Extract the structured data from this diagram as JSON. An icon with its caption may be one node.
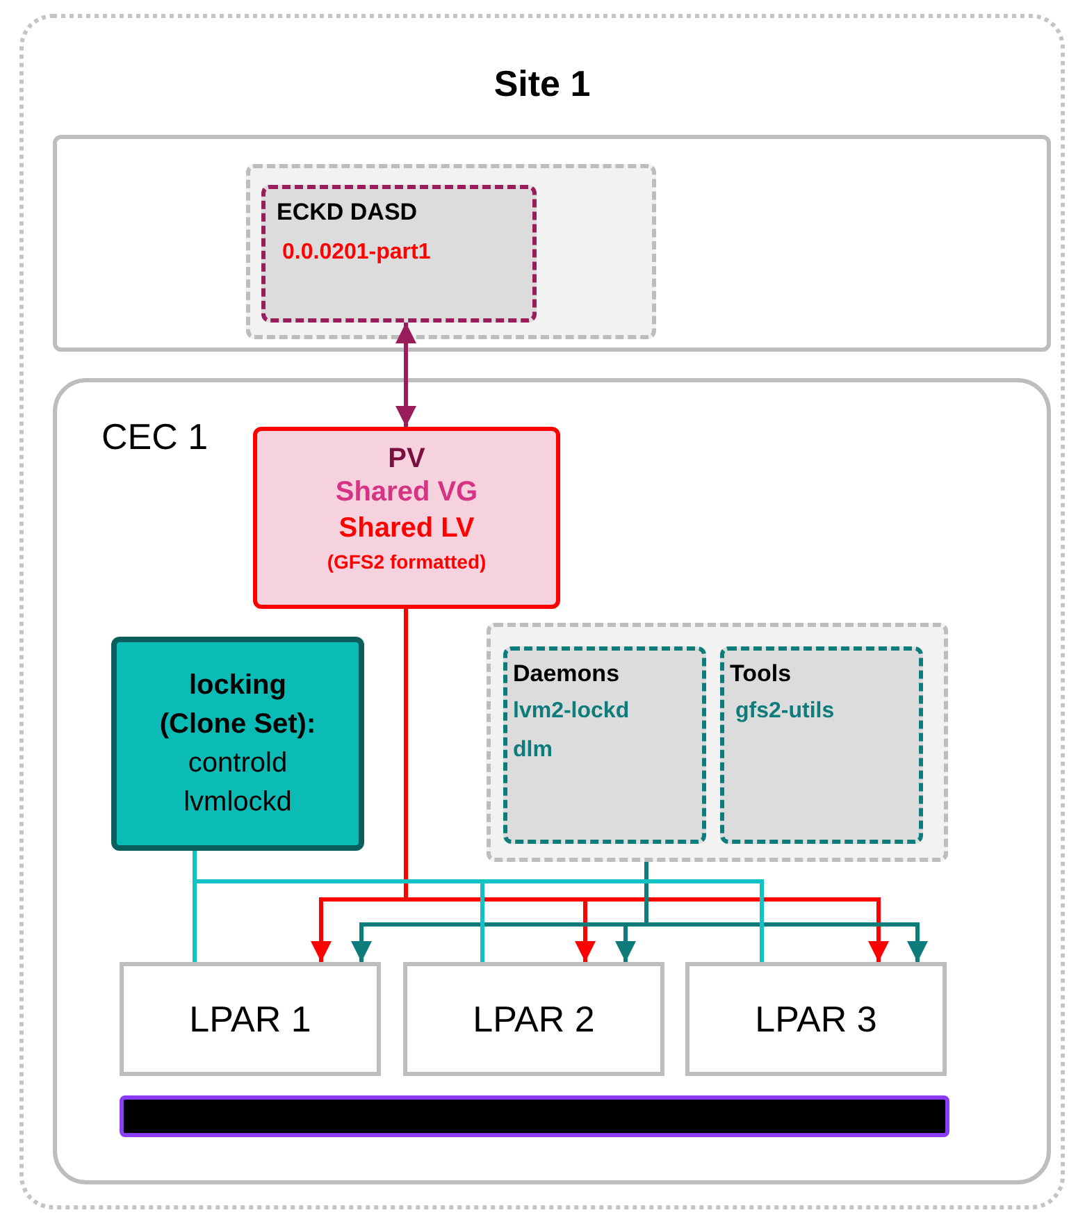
{
  "diagram": {
    "nodes": [
      {
        "text": [
          "Site 1"
        ]
      },
      {
        "text": [],
        "shape": "box",
        "in": 0
      },
      {
        "text": [],
        "shape": "box",
        "in": 1
      },
      {
        "text": [
          "ECKD DASD",
          "0.0.0201-part1"
        ],
        "in": 2
      },
      {
        "text": [
          "CEC 1"
        ],
        "in": 0
      },
      {
        "text": [
          "PV",
          "Shared VG",
          "Shared LV",
          "(GFS2 formatted)"
        ],
        "in": 4
      },
      {
        "text": [
          "locking (Clone Set):",
          "controld lvmlockd"
        ],
        "in": 4
      },
      {
        "text": [],
        "shape": "box",
        "in": 4
      },
      {
        "text": [
          "Daemons",
          "lvm2-lockd dlm"
        ],
        "in": 7
      },
      {
        "text": [
          "Tools",
          "gfs2-utils"
        ],
        "in": 7
      },
      {
        "text": [
          "LPAR 1"
        ],
        "in": 4
      },
      {
        "text": [
          "LPAR 2"
        ],
        "in": 4
      },
      {
        "text": [
          "LPAR 3"
        ],
        "in": 4
      },
      {
        "text": [],
        "shape": "bar",
        "in": 4
      }
    ],
    "edges": [
      {
        "from": 3,
        "to": 5,
        "arrow": "both",
        "color": "#9b1c5a"
      },
      {
        "from": 5,
        "to": 10,
        "arrow": "to",
        "color": "#ff0000"
      },
      {
        "from": 5,
        "to": 11,
        "arrow": "to",
        "color": "#ff0000"
      },
      {
        "from": 5,
        "to": 12,
        "arrow": "to",
        "color": "#ff0000"
      },
      {
        "from": 7,
        "to": 10,
        "arrow": "to",
        "color": "#0e7c7b"
      },
      {
        "from": 7,
        "to": 11,
        "arrow": "to",
        "color": "#0e7c7b"
      },
      {
        "from": 7,
        "to": 12,
        "arrow": "to",
        "color": "#0e7c7b"
      },
      {
        "from": 6,
        "to": 10,
        "arrow": "none",
        "color": "#13c2c2"
      },
      {
        "from": 6,
        "to": 11,
        "arrow": "none",
        "color": "#13c2c2"
      },
      {
        "from": 6,
        "to": 12,
        "arrow": "none",
        "color": "#13c2c2"
      }
    ]
  }
}
